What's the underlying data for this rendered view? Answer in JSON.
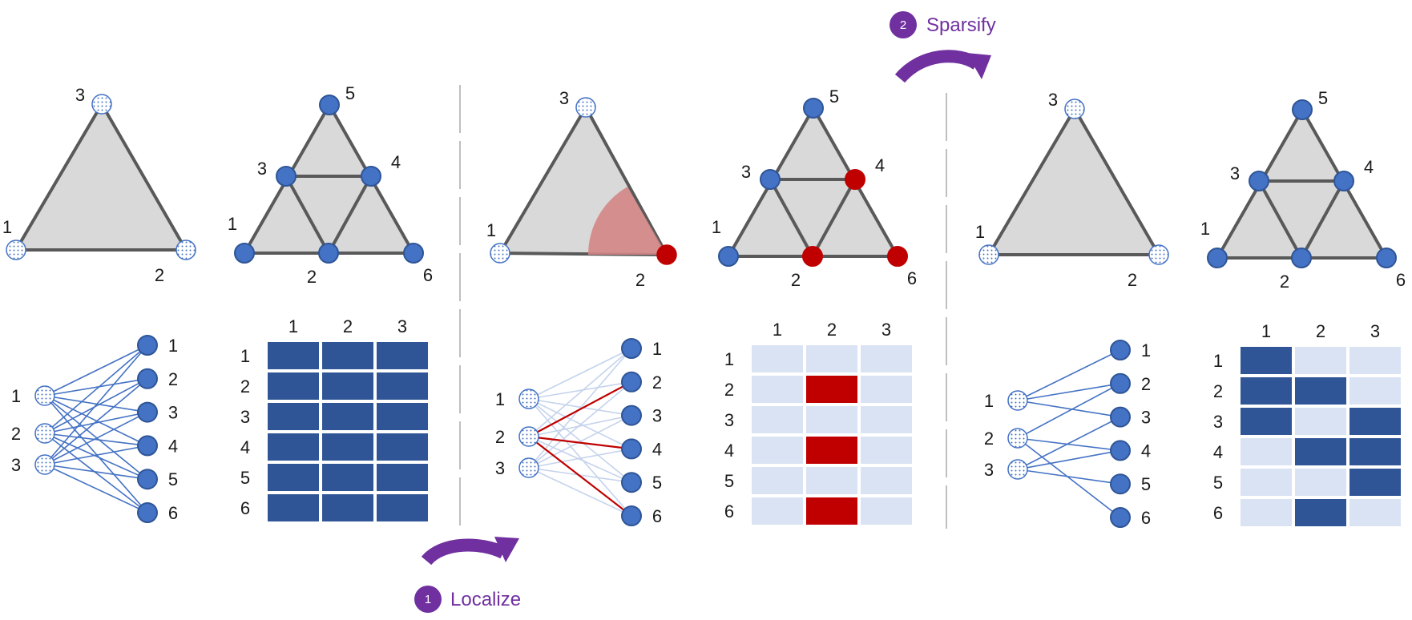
{
  "steps": [
    {
      "number": "1",
      "label": "Localize"
    },
    {
      "number": "2",
      "label": "Sparsify"
    }
  ],
  "colors": {
    "node_fill": "#4472c4",
    "node_stroke": "#2f5597",
    "triangle_fill": "#d9d9d9",
    "edge": "#595959",
    "active": "#c00000",
    "matrix_full": "#2f5597",
    "matrix_empty": "#dae3f3",
    "wedge": "#d48585",
    "arrow": "#7030a0",
    "bipartite_line": "#4472c4",
    "bipartite_faded": "#c5d3ec"
  },
  "coarse_labels": [
    "1",
    "2",
    "3"
  ],
  "fine_labels": [
    "1",
    "2",
    "3",
    "4",
    "5",
    "6"
  ],
  "matrix_col_labels": [
    "1",
    "2",
    "3"
  ],
  "matrix_row_labels": [
    "1",
    "2",
    "3",
    "4",
    "5",
    "6"
  ],
  "panels": [
    {
      "name": "original",
      "bipartite_edges": [
        [
          1,
          1
        ],
        [
          1,
          2
        ],
        [
          1,
          3
        ],
        [
          1,
          4
        ],
        [
          1,
          5
        ],
        [
          1,
          6
        ],
        [
          2,
          1
        ],
        [
          2,
          2
        ],
        [
          2,
          3
        ],
        [
          2,
          4
        ],
        [
          2,
          5
        ],
        [
          2,
          6
        ],
        [
          3,
          1
        ],
        [
          3,
          2
        ],
        [
          3,
          3
        ],
        [
          3,
          4
        ],
        [
          3,
          5
        ],
        [
          3,
          6
        ]
      ],
      "highlight_edges": [],
      "matrix": [
        [
          1,
          1,
          1
        ],
        [
          1,
          1,
          1
        ],
        [
          1,
          1,
          1
        ],
        [
          1,
          1,
          1
        ],
        [
          1,
          1,
          1
        ],
        [
          1,
          1,
          1
        ]
      ],
      "active_coarse": [],
      "active_fine": [],
      "wedge": false
    },
    {
      "name": "localized",
      "bipartite_edges": [
        [
          1,
          1
        ],
        [
          1,
          2
        ],
        [
          1,
          3
        ],
        [
          1,
          4
        ],
        [
          1,
          5
        ],
        [
          1,
          6
        ],
        [
          2,
          1
        ],
        [
          2,
          3
        ],
        [
          2,
          5
        ],
        [
          3,
          1
        ],
        [
          3,
          2
        ],
        [
          3,
          3
        ],
        [
          3,
          4
        ],
        [
          3,
          5
        ],
        [
          3,
          6
        ]
      ],
      "highlight_edges": [
        [
          2,
          2
        ],
        [
          2,
          4
        ],
        [
          2,
          6
        ]
      ],
      "matrix": [
        [
          0,
          0,
          0
        ],
        [
          0,
          2,
          0
        ],
        [
          0,
          0,
          0
        ],
        [
          0,
          2,
          0
        ],
        [
          0,
          0,
          0
        ],
        [
          0,
          2,
          0
        ]
      ],
      "active_coarse": [
        2
      ],
      "active_fine": [
        2,
        4,
        6
      ],
      "wedge": true
    },
    {
      "name": "sparsified",
      "bipartite_edges": [
        [
          1,
          1
        ],
        [
          1,
          2
        ],
        [
          1,
          3
        ],
        [
          2,
          2
        ],
        [
          2,
          4
        ],
        [
          2,
          6
        ],
        [
          3,
          3
        ],
        [
          3,
          4
        ],
        [
          3,
          5
        ]
      ],
      "highlight_edges": [],
      "matrix": [
        [
          1,
          0,
          0
        ],
        [
          1,
          1,
          0
        ],
        [
          1,
          0,
          1
        ],
        [
          0,
          1,
          1
        ],
        [
          0,
          0,
          1
        ],
        [
          0,
          1,
          0
        ]
      ],
      "active_coarse": [],
      "active_fine": [],
      "wedge": false
    }
  ]
}
